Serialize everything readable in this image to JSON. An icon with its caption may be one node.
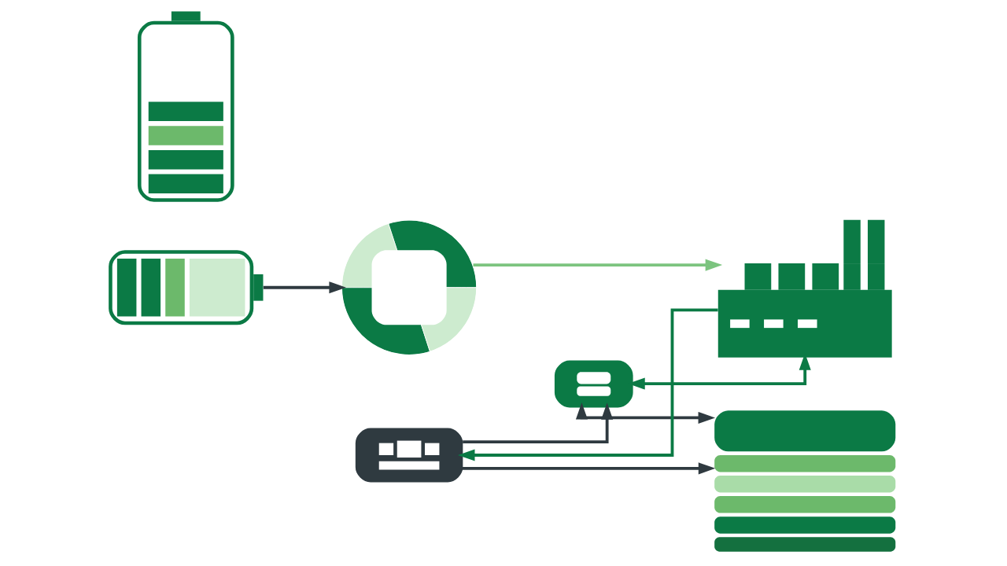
{
  "diagram": {
    "nodes": [
      {
        "text": [],
        "shape": "picture"
      },
      {
        "text": [],
        "shape": "picture"
      },
      {
        "text": [],
        "shape": "picture"
      },
      {
        "text": [],
        "shape": "box"
      },
      {
        "text": [],
        "shape": "box"
      },
      {
        "text": [],
        "shape": "picture"
      },
      {
        "text": [],
        "shape": "picture"
      }
    ],
    "edges": [
      {
        "from": 0,
        "to": 2,
        "arrow": "to"
      },
      {
        "from": 2,
        "to": 5,
        "arrow": "to",
        "color": "#7cc47f"
      },
      {
        "from": 5,
        "to": 3,
        "arrow": "to",
        "color": "#0b7a45"
      },
      {
        "from": 4,
        "to": 5,
        "arrow": "both",
        "color": "#0b7a45"
      },
      {
        "from": 3,
        "to": 4,
        "arrow": "to"
      },
      {
        "from": 4,
        "to": 6,
        "arrow": "both"
      },
      {
        "from": 3,
        "to": 6,
        "arrow": "to"
      }
    ]
  }
}
